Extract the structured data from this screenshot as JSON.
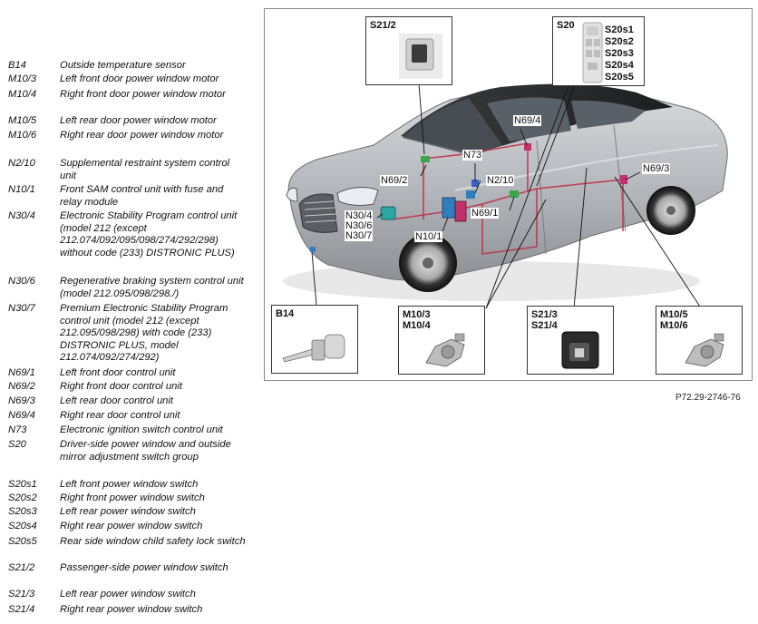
{
  "legend": [
    {
      "code": "B14",
      "desc": "Outside temperature sensor"
    },
    {
      "code": "M10/3",
      "desc": "Left front door power window motor"
    },
    {
      "code": "M10/4",
      "desc": "Right front door power window motor"
    },
    {
      "code": "M10/5",
      "desc": "Left rear door power window motor"
    },
    {
      "code": "M10/6",
      "desc": "Right rear door power window motor"
    },
    {
      "code": "N2/10",
      "desc": "Supplemental restraint system control unit"
    },
    {
      "code": "N10/1",
      "desc": "Front SAM control unit with fuse and relay module"
    },
    {
      "code": "N30/4",
      "desc": "Electronic Stability Program control unit (model 212 (except 212.074/092/095/098/274/292/298) without code (233) DISTRONIC PLUS)"
    },
    {
      "code": "N30/6",
      "desc": "Regenerative braking system control unit (model 212.095/098/298./)"
    },
    {
      "code": "N30/7",
      "desc": "Premium Electronic Stability Program control unit (model 212 (except 212.095/098/298) with code (233) DISTRONIC PLUS, model 212.074/092/274/292)"
    },
    {
      "code": "N69/1",
      "desc": "Left front door control unit"
    },
    {
      "code": "N69/2",
      "desc": "Right front door control unit"
    },
    {
      "code": "N69/3",
      "desc": "Left rear door control unit"
    },
    {
      "code": "N69/4",
      "desc": "Right rear door control unit"
    },
    {
      "code": "N73",
      "desc": "Electronic ignition switch control unit"
    },
    {
      "code": "S20",
      "desc": "Driver-side power window and outside mirror adjustment switch group"
    },
    {
      "code": "S20s1",
      "desc": "Left front power window switch"
    },
    {
      "code": "S20s2",
      "desc": "Right front power window switch"
    },
    {
      "code": "S20s3",
      "desc": "Left rear power window switch"
    },
    {
      "code": "S20s4",
      "desc": "Right rear power window switch"
    },
    {
      "code": "S20s5",
      "desc": "Rear side window child safety lock switch"
    },
    {
      "code": "S21/2",
      "desc": "Passenger-side power window switch"
    },
    {
      "code": "S21/3",
      "desc": "Left rear power window switch"
    },
    {
      "code": "S21/4",
      "desc": "Right rear power window switch"
    }
  ],
  "figure": {
    "reference": "P72.29-2746-76",
    "boxes": {
      "s21_2": "S21/2",
      "s20": "S20",
      "s20_items": [
        "S20s1",
        "S20s2",
        "S20s3",
        "S20s4",
        "S20s5"
      ],
      "b14": "B14",
      "m10_3": "M10/3",
      "m10_4": "M10/4",
      "s21_3": "S21/3",
      "s21_4": "S21/4",
      "m10_5": "M10/5",
      "m10_6": "M10/6"
    },
    "labels": {
      "n69_4": "N69/4",
      "n73": "N73",
      "n69_2": "N69/2",
      "n2_10": "N2/10",
      "n69_3": "N69/3",
      "n69_1": "N69/1",
      "n30_4": "N30/4",
      "n30_6": "N30/6",
      "n30_7": "N30/7",
      "n10_1": "N10/1"
    }
  },
  "colors": {
    "wiring": "#c0304a",
    "component_blue": "#2f7fbf",
    "component_teal": "#2aa7a3",
    "component_green": "#3aa64a",
    "component_magenta": "#c0306a",
    "car_body": "#b9bcc0"
  }
}
